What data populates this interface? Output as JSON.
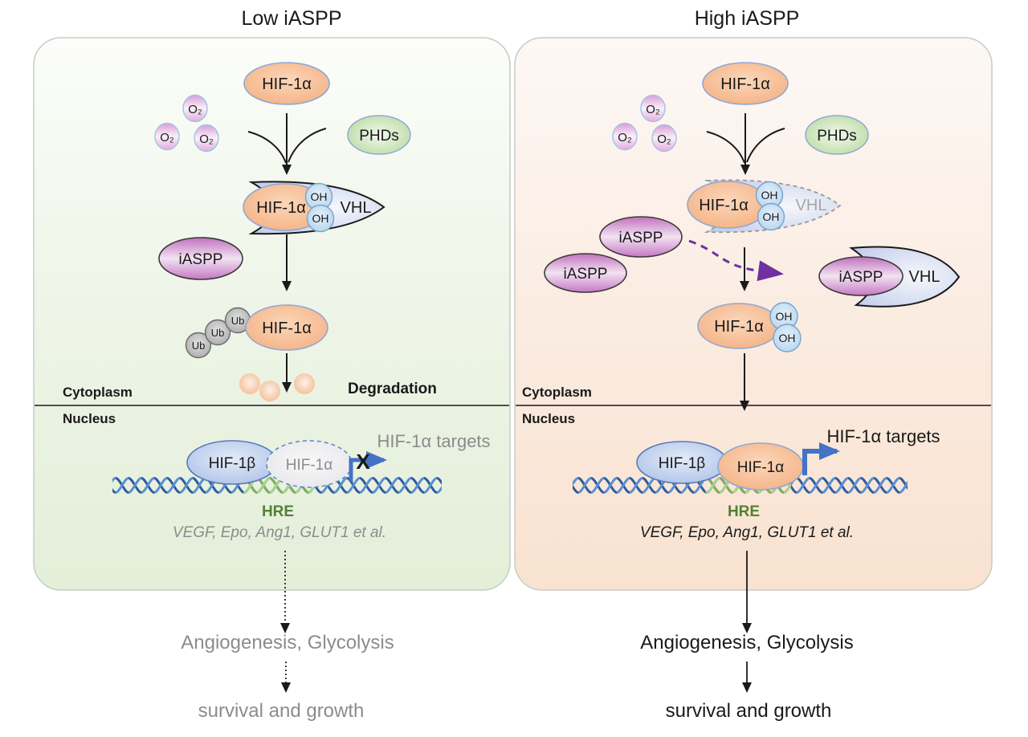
{
  "figure": {
    "type": "pathway-diagram",
    "topic": "iASPP regulation of HIF-1α stability and transcriptional activity"
  },
  "colors": {
    "left_panel_bg_top": "#FCFDFA",
    "left_panel_bg_bottom": "#E3EFD9",
    "right_panel_bg_top": "#FDF8F5",
    "right_panel_bg_bottom": "#F9E2D0",
    "panel_border": "#C8CCC5",
    "hif1a_fill": "#F4B183",
    "hif1b_fill": "#AEC3E9",
    "o2_fill": "#E2A9DE",
    "phds_fill": "#BCDCA4",
    "vhl_fill": "#C9D2EE",
    "oh_fill": "#BDD7EE",
    "iaspp_fill": "#C87FC6",
    "ub_fill": "#ABABAB",
    "degradation_dot": "#F6BE97",
    "dna_blue": "#2E5C9E",
    "dna_light_blue": "#5B8FD0",
    "dna_green_dark": "#7FAF5B",
    "dna_green_light": "#A9D18E",
    "hre_green": "#538135",
    "transcription_arrow_blue": "#4472C4",
    "iaspp_arrow_purple": "#7030A0",
    "inactive_text_gray": "#8C8C8C"
  },
  "left": {
    "title": "Low iASPP",
    "cytoplasm_label": "Cytoplasm",
    "nucleus_label": "Nucleus",
    "hif1a": "HIF-1α",
    "o2": "O₂",
    "phds": "PHDs",
    "oh": "OH",
    "vhl": "VHL",
    "iaspp": "iASPP",
    "ub": "Ub",
    "degradation": "Degradation",
    "hif1b": "HIF-1β",
    "hif1a_inactive": "HIF-1α",
    "x_mark": "X",
    "targets": "HIF-1α targets",
    "hre": "HRE",
    "genes": "VEGF, Epo, Ang1, GLUT1 et al.",
    "outcome_1": "Angiogenesis, Glycolysis",
    "outcome_2": "survival and growth"
  },
  "right": {
    "title": "High iASPP",
    "cytoplasm_label": "Cytoplasm",
    "nucleus_label": "Nucleus",
    "hif1a": "HIF-1α",
    "o2": "O₂",
    "phds": "PHDs",
    "oh": "OH",
    "vhl": "VHL",
    "vhl_complex": "VHL",
    "iaspp": "iASPP",
    "hif1b": "HIF-1β",
    "hif1a_nucleus": "HIF-1α",
    "targets": "HIF-1α targets",
    "hre": "HRE",
    "genes": "VEGF, Epo, Ang1, GLUT1 et al.",
    "outcome_1": "Angiogenesis, Glycolysis",
    "outcome_2": "survival and growth"
  }
}
